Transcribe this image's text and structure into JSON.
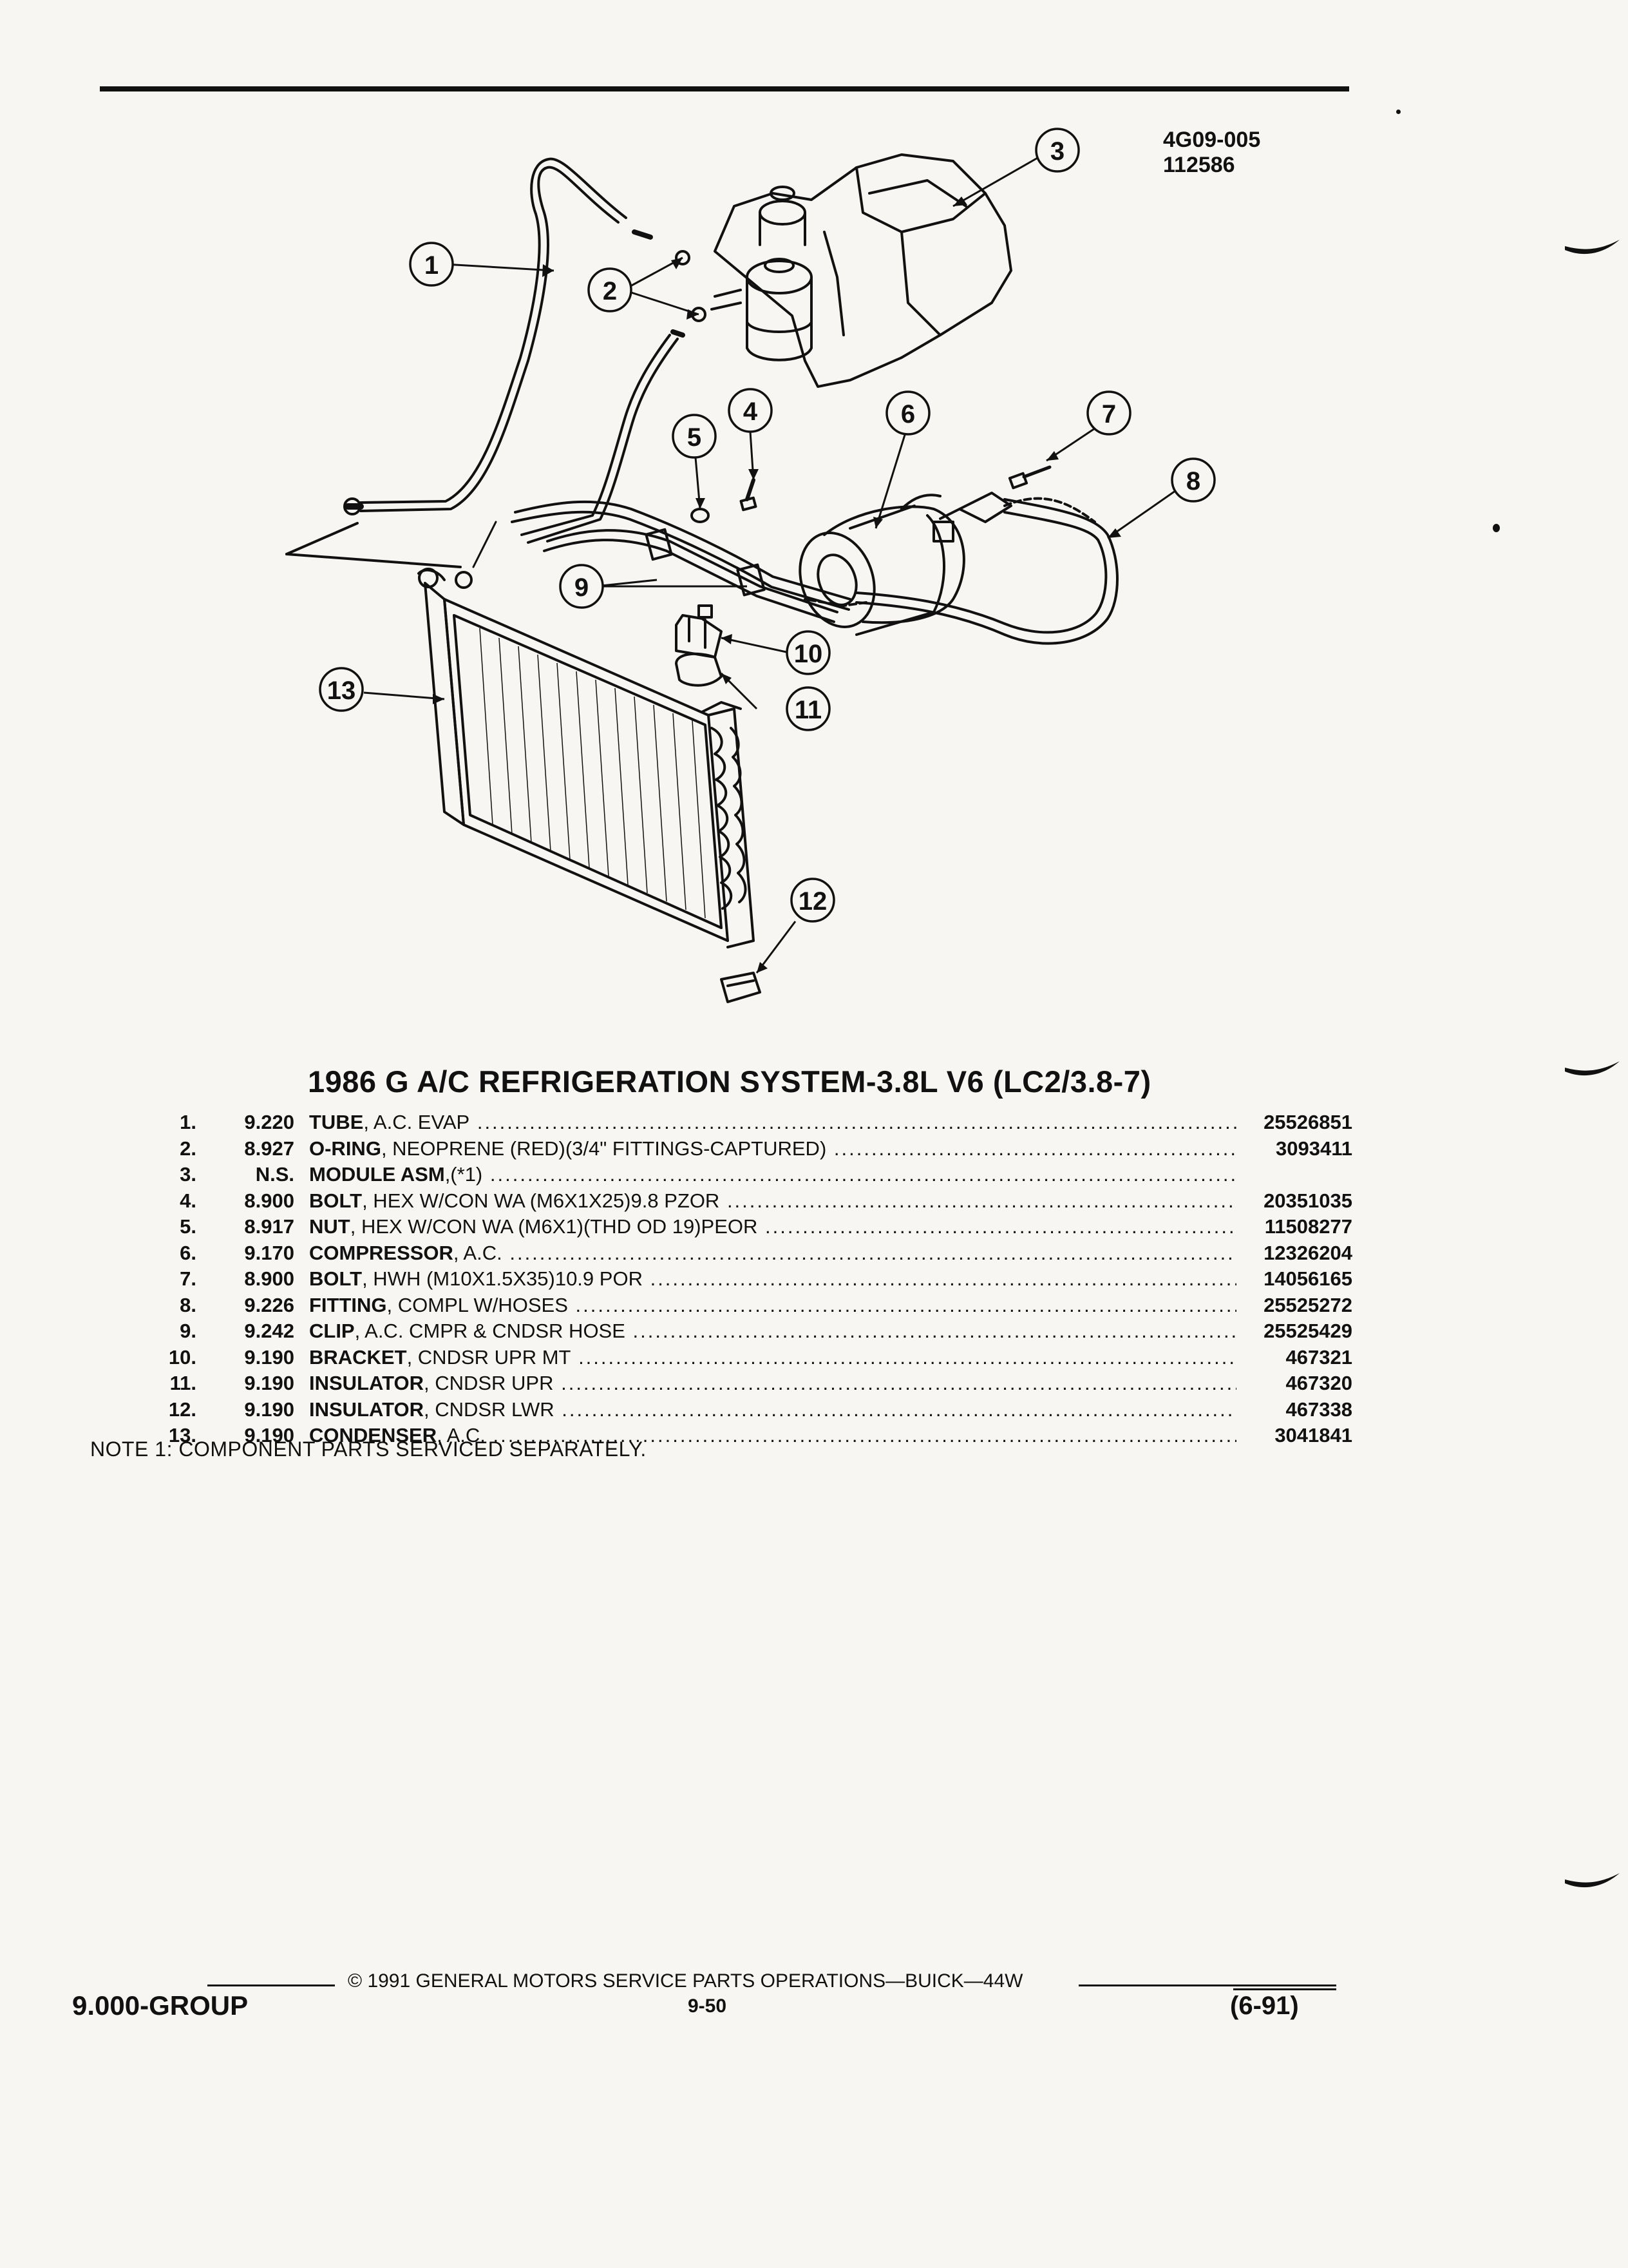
{
  "header": {
    "figure_id": "4G09-005",
    "date_code": "112586"
  },
  "diagram": {
    "callouts": [
      "1",
      "2",
      "3",
      "4",
      "5",
      "6",
      "7",
      "8",
      "9",
      "10",
      "11",
      "12",
      "13"
    ],
    "figure_id": "4G09-005"
  },
  "title": "1986 G A/C REFRIGERATION SYSTEM-3.8L V6 (LC2/3.8-7)",
  "parts": [
    {
      "num": "1.",
      "group": "9.220",
      "name": "TUBE",
      "qual": ", A.C. EVAP",
      "part": "25526851"
    },
    {
      "num": "2.",
      "group": "8.927",
      "name": "O-RING",
      "qual": ", NEOPRENE (RED)(3/4\" FITTINGS-CAPTURED)",
      "part": "3093411"
    },
    {
      "num": "3.",
      "group": "N.S.",
      "name": "MODULE ASM",
      "qual": ",(*1)",
      "part": ""
    },
    {
      "num": "4.",
      "group": "8.900",
      "name": "BOLT",
      "qual": ", HEX W/CON WA (M6X1X25)9.8 PZOR",
      "part": "20351035"
    },
    {
      "num": "5.",
      "group": "8.917",
      "name": "NUT",
      "qual": ", HEX W/CON WA (M6X1)(THD OD 19)PEOR",
      "part": "11508277"
    },
    {
      "num": "6.",
      "group": "9.170",
      "name": "COMPRESSOR",
      "qual": ", A.C.",
      "part": "12326204"
    },
    {
      "num": "7.",
      "group": "8.900",
      "name": "BOLT",
      "qual": ", HWH (M10X1.5X35)10.9 POR",
      "part": "14056165"
    },
    {
      "num": "8.",
      "group": "9.226",
      "name": "FITTING",
      "qual": ", COMPL W/HOSES",
      "part": "25525272"
    },
    {
      "num": "9.",
      "group": "9.242",
      "name": "CLIP",
      "qual": ", A.C. CMPR & CNDSR HOSE",
      "part": "25525429"
    },
    {
      "num": "10.",
      "group": "9.190",
      "name": "BRACKET",
      "qual": ", CNDSR UPR MT",
      "part": "467321"
    },
    {
      "num": "11.",
      "group": "9.190",
      "name": "INSULATOR",
      "qual": ", CNDSR UPR",
      "part": "467320"
    },
    {
      "num": "12.",
      "group": "9.190",
      "name": "INSULATOR",
      "qual": ", CNDSR LWR",
      "part": "467338"
    },
    {
      "num": "13.",
      "group": "9.190",
      "name": "CONDENSER",
      "qual": ", A.C.",
      "part": "3041841"
    }
  ],
  "note": "NOTE  1:  COMPONENT PARTS SERVICED SEPARATELY.",
  "footer": {
    "group": "9.000-GROUP",
    "copyright": "©  1991  GENERAL MOTORS SERVICE PARTS OPERATIONS—BUICK—44W",
    "page": "9-50",
    "date": "(6-91)"
  }
}
